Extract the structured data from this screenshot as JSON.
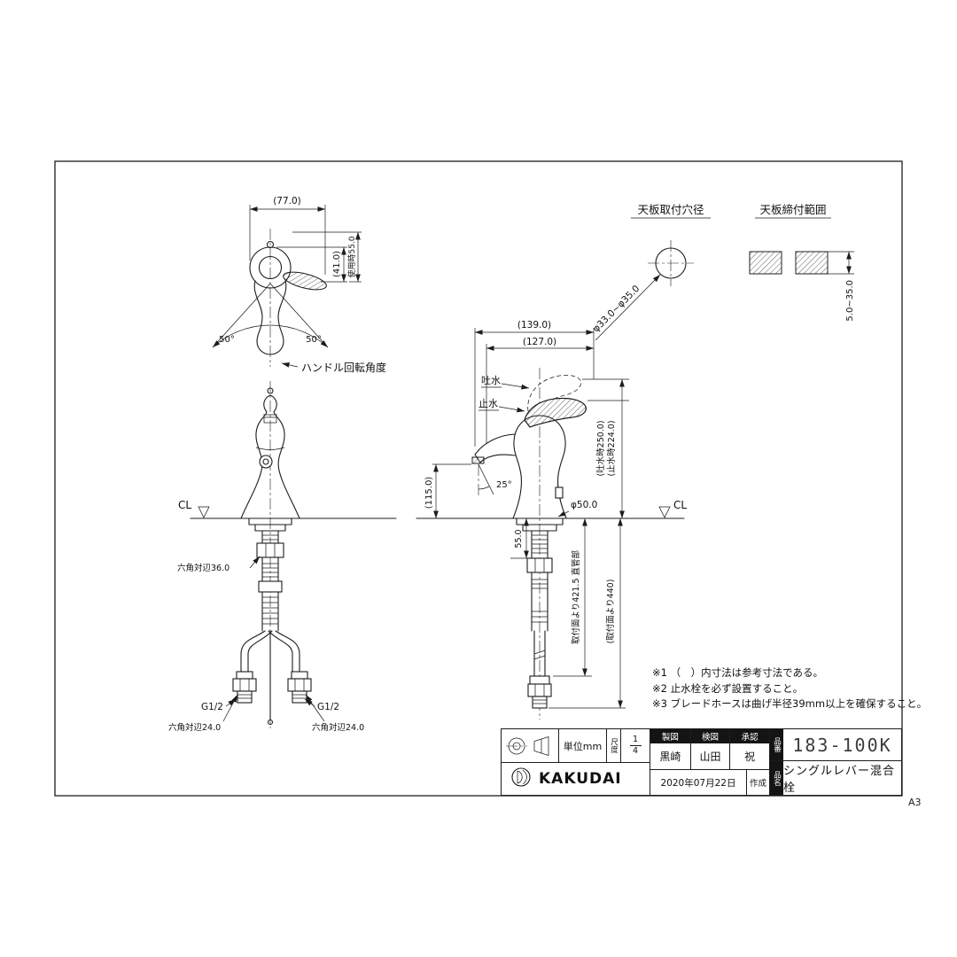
{
  "sheet": {
    "size_label": "A3"
  },
  "top_view": {
    "dim_width": "(77.0)",
    "dim_depth": "(41.0)",
    "dim_height": "使用時55.0",
    "angle_left": "50°",
    "angle_right": "50°",
    "caption": "ハンドル回転角度"
  },
  "hole_diagram": {
    "title": "天板取付穴径",
    "diameter": "φ33.0~φ35.0"
  },
  "clamp_diagram": {
    "title": "天板締付範囲",
    "thickness_range": "5.0~35.0"
  },
  "side_view": {
    "cl": "CL",
    "hex_36": "六角対辺36.0",
    "g_left": "G1/2",
    "g_right": "G1/2",
    "hex_24_left": "六角対辺24.0",
    "hex_24_right": "六角対辺24.0"
  },
  "front_view": {
    "dim_139": "(139.0)",
    "dim_127": "(127.0)",
    "spout_on": "吐水",
    "spout_off": "止水",
    "angle_25": "25°",
    "dim_115": "(115.0)",
    "dia_base": "φ50.0",
    "height_on": "(吐水時250.0)",
    "height_off": "(止水時224.0)",
    "cl": "CL",
    "dim_55": "55.0",
    "hose_straight": "取付面より421.5 直管部",
    "hose_total": "(取付面より440)"
  },
  "notes": [
    "※1 （　）内寸法は参考寸法である。",
    "※2 止水栓を必ず設置すること。",
    "※3 ブレードホースは曲げ半径39mm以上を確保すること。"
  ],
  "title_block": {
    "unit": "単位mm",
    "scale_label": "尺度",
    "scale_num": "1",
    "scale_den": "4",
    "drafted_label": "製図",
    "checked_label": "検図",
    "approved_label": "承認",
    "drafted_by": "黒崎",
    "checked_by": "山田",
    "approved_by": "祝",
    "date": "2020年07月22日",
    "created_label": "作成",
    "part_no_label": "品番",
    "part_no": "183-100K",
    "product_label": "品名",
    "product_name": "シングルレバー混合栓",
    "brand": "KAKUDAI"
  }
}
